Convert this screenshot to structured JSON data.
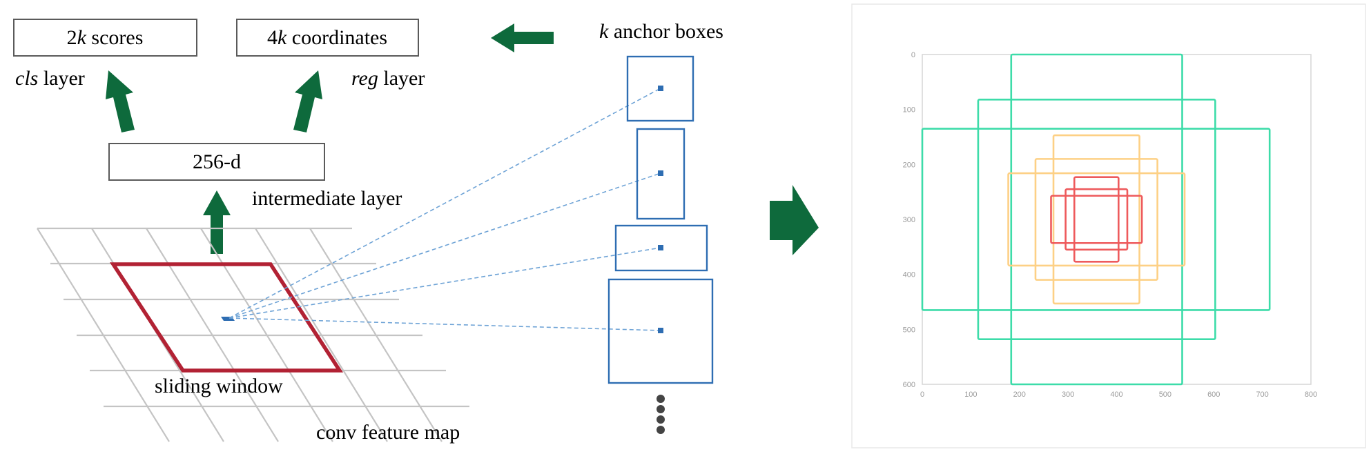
{
  "diagram": {
    "outputs": {
      "scores": {
        "prefix": "2",
        "italic": "k",
        "suffix": " scores"
      },
      "coords": {
        "prefix": "4",
        "italic": "k",
        "suffix": " coordinates"
      }
    },
    "layers": {
      "cls": {
        "italic": "cls",
        "suffix": " layer"
      },
      "reg": {
        "italic": "reg",
        "suffix": " layer"
      },
      "intermediate_box": "256-d",
      "intermediate": "intermediate layer"
    },
    "anchors": {
      "italic": "k",
      "suffix": " anchor boxes"
    },
    "sliding_window": "sliding window",
    "feature_map": "conv feature map",
    "colors": {
      "arrow": "#0e6a3c",
      "window": "#b22234",
      "anchor": "#2e6db2",
      "dash": "#6ea3d6"
    }
  },
  "plot": {
    "x_ticks": [
      "0",
      "100",
      "200",
      "300",
      "400",
      "500",
      "600",
      "700",
      "800"
    ],
    "y_ticks": [
      "0",
      "100",
      "200",
      "300",
      "400",
      "500",
      "600"
    ]
  },
  "chart_data": {
    "type": "rectangles",
    "xlim": [
      0,
      800
    ],
    "ylim": [
      0,
      600
    ],
    "y_inverted": true,
    "grid": false,
    "boxes": [
      {
        "group": "large",
        "color": "#3ddca9",
        "x1": 183,
        "y1": 0,
        "x2": 535,
        "y2": 600
      },
      {
        "group": "large",
        "color": "#3ddca9",
        "x1": 0,
        "y1": 135,
        "x2": 715,
        "y2": 465
      },
      {
        "group": "large",
        "color": "#3ddca9",
        "x1": 115,
        "y1": 82,
        "x2": 603,
        "y2": 518
      },
      {
        "group": "medium",
        "color": "#fdd085",
        "x1": 270,
        "y1": 147,
        "x2": 447,
        "y2": 453
      },
      {
        "group": "medium",
        "color": "#fdd085",
        "x1": 233,
        "y1": 190,
        "x2": 484,
        "y2": 410
      },
      {
        "group": "medium",
        "color": "#fdd085",
        "x1": 177,
        "y1": 216,
        "x2": 540,
        "y2": 384
      },
      {
        "group": "small",
        "color": "#ee5a5c",
        "x1": 313,
        "y1": 223,
        "x2": 404,
        "y2": 377
      },
      {
        "group": "small",
        "color": "#ee5a5c",
        "x1": 295,
        "y1": 245,
        "x2": 422,
        "y2": 355
      },
      {
        "group": "small",
        "color": "#ee5a5c",
        "x1": 265,
        "y1": 257,
        "x2": 452,
        "y2": 343
      }
    ]
  }
}
